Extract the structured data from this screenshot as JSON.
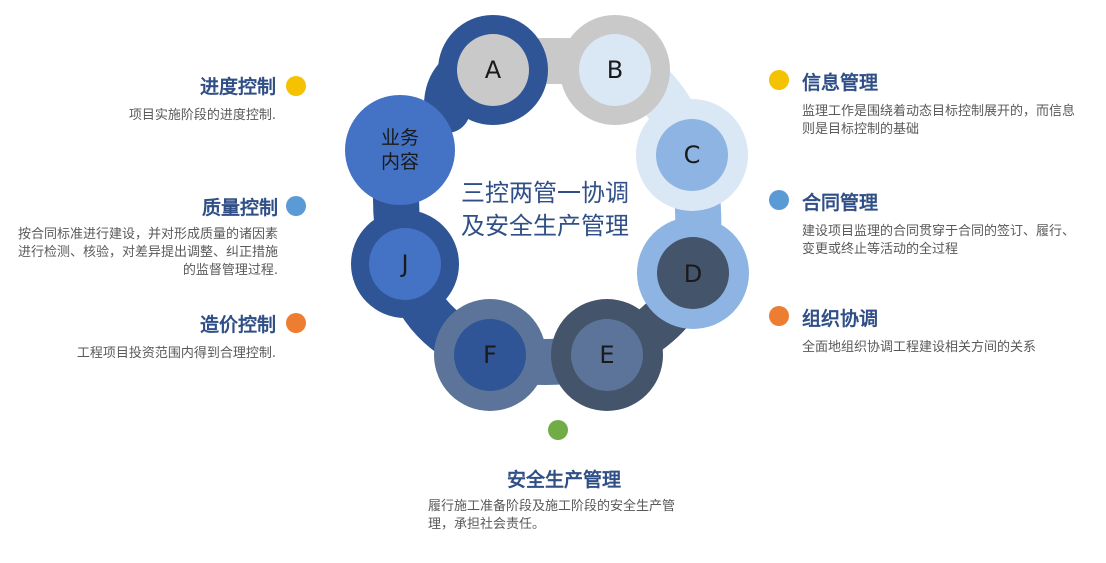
{
  "center": {
    "line1": "三控两管一协调",
    "line2": "及安全生产管理"
  },
  "nodes": {
    "A": "A",
    "B": "B",
    "C": "C",
    "D": "D",
    "E": "E",
    "F": "F",
    "J": "J",
    "biz_line1": "业务",
    "biz_line2": "内容"
  },
  "left_items": [
    {
      "title": "进度控制",
      "desc": "项目实施阶段的进度控制.",
      "color": "#F5C200"
    },
    {
      "title": "质量控制",
      "desc": "按合同标准进行建设，并对形成质量的诸因素进行检测、核验，对差异提出调整、纠正措施的监督管理过程.",
      "color": "#5B9BD5"
    },
    {
      "title": "造价控制",
      "desc": "工程项目投资范围内得到合理控制.",
      "color": "#ED7D31"
    }
  ],
  "right_items": [
    {
      "title": "信息管理",
      "desc": "监理工作是围绕着动态目标控制展开的，而信息则是目标控制的基础",
      "color": "#F5C200"
    },
    {
      "title": "合同管理",
      "desc": "建设项目监理的合同贯穿于合同的签订、履行、变更或终止等活动的全过程",
      "color": "#5B9BD5"
    },
    {
      "title": "组织协调",
      "desc": "全面地组织协调工程建设相关方间的关系",
      "color": "#ED7D31"
    }
  ],
  "bottom_item": {
    "title": "安全生产管理",
    "desc": "履行施工准备阶段及施工阶段的安全生产管理，承担社会责任。",
    "color": "#70AD47"
  }
}
